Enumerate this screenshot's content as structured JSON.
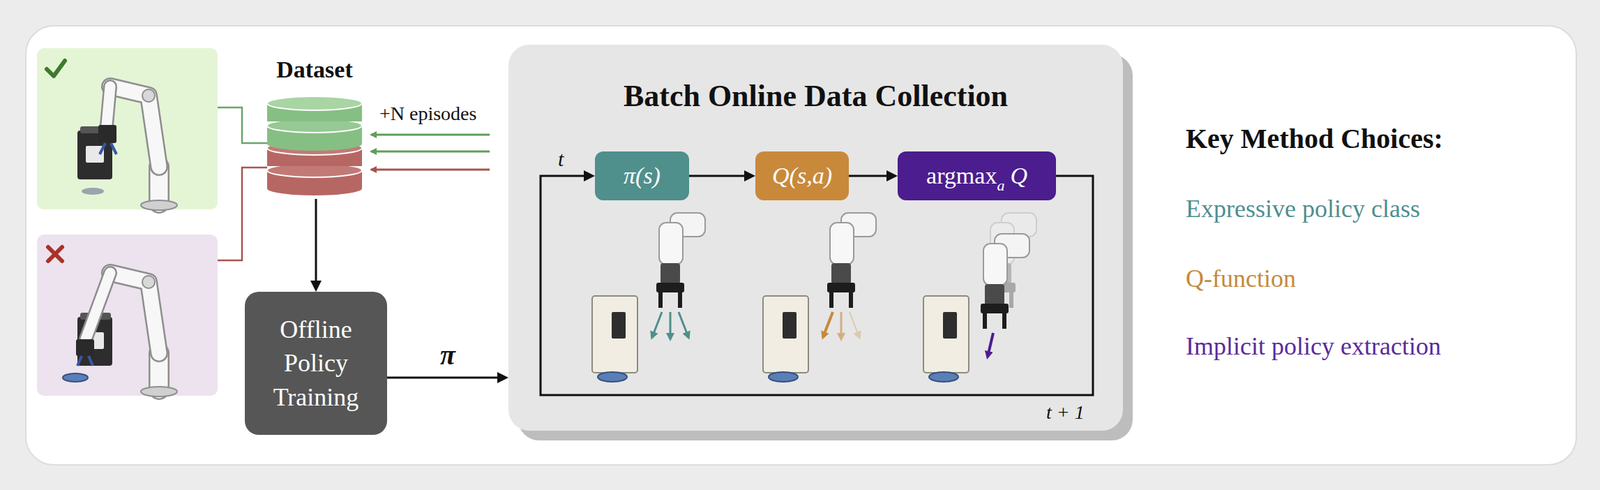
{
  "diagram": {
    "nodes": [
      {
        "text": [
          "Dataset"
        ]
      },
      {
        "text": [
          "Offline Policy Training"
        ]
      },
      {
        "text": [
          "Batch Online Data Collection"
        ]
      },
      {
        "text": [
          "π(s)"
        ],
        "in": 2
      },
      {
        "text": [
          "Q(s,a)"
        ],
        "in": 2
      },
      {
        "text": [
          "argmax",
          "a",
          "Q"
        ],
        "in": 2
      }
    ],
    "edges": [
      {
        "from": 0,
        "to": 1,
        "arrow": "to"
      },
      {
        "from": 1,
        "to": 2,
        "arrow": "to",
        "label": "π"
      },
      {
        "from": 3,
        "to": 4,
        "arrow": "to"
      },
      {
        "from": 4,
        "to": 5,
        "arrow": "to"
      },
      {
        "from": 5,
        "to": 3,
        "arrow": "to"
      }
    ],
    "labels": [
      "+N episodes",
      "t",
      "t + 1",
      "Key Method Choices:",
      "Expressive policy class",
      "Q-function",
      "Implicit policy extraction"
    ]
  }
}
